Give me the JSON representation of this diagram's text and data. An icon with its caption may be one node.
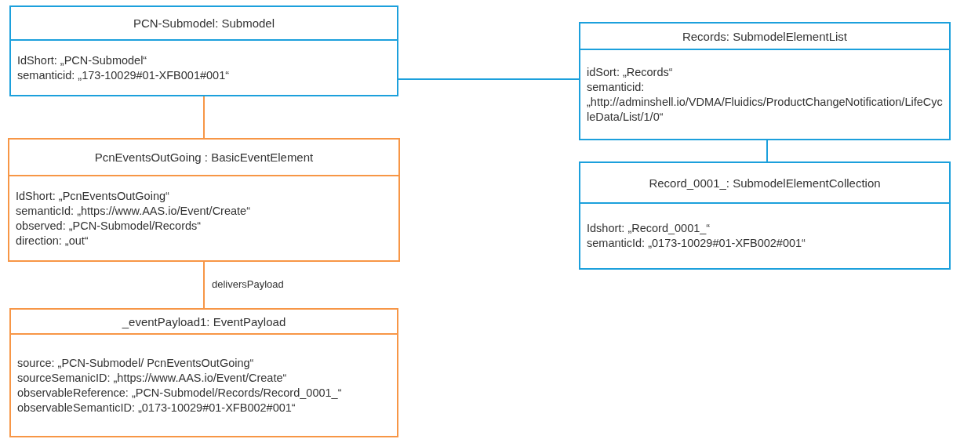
{
  "diagram": {
    "nodes": [
      {
        "text": [
          "PCN-Submodel: Submodel",
          "IdShort: „PCN-Submodel“",
          "semanticid: „173-10029#01-XFB001#001“"
        ]
      },
      {
        "text": [
          "PcnEventsOutGoing : BasicEventElement",
          "IdShort: „PcnEventsOutGoing“",
          "semanticId: „https://www.AAS.io/Event/Create“",
          "observed: „PCN-Submodel/Records“",
          "direction: „out“"
        ]
      },
      {
        "text": [
          "_eventPayload1: EventPayload",
          "source: „PCN-Submodel/ PcnEventsOutGoing“",
          "sourceSemanicID: „https://www.AAS.io/Event/Create“",
          "observableReference: „PCN-Submodel/Records/Record_0001_“",
          "observableSemanticID: „0173-10029#01-XFB002#001“"
        ]
      },
      {
        "text": [
          "Records: SubmodelElementList",
          "idSort: „Records“",
          "semanticid: „http://adminshell.io/VDMA/Fluidics/ProductChangeNotification/LifeCycleData/List/1/0“"
        ]
      },
      {
        "text": [
          "Record_0001_: SubmodelElementCollection",
          "Idshort: „Record_0001_“",
          "semanticId: „0173-10029#01-XFB002#001“"
        ]
      }
    ],
    "edges": [
      {
        "from": 0,
        "to": 3,
        "arrow": "none",
        "color": "#1ca0dc"
      },
      {
        "from": 0,
        "to": 1,
        "arrow": "none",
        "color": "#f79646"
      },
      {
        "from": 1,
        "to": 2,
        "arrow": "none",
        "label": "deliversPayload",
        "color": "#f79646"
      },
      {
        "from": 3,
        "to": 4,
        "arrow": "none",
        "color": "#1ca0dc"
      }
    ]
  }
}
